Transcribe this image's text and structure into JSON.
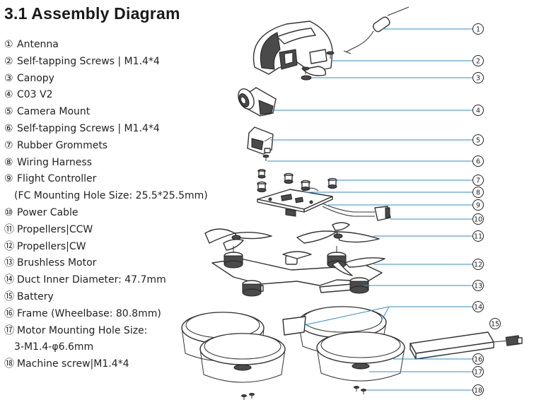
{
  "title": "3.1 Assembly Diagram",
  "parts": [
    {
      "num": "①",
      "label": "Antenna"
    },
    {
      "num": "②",
      "label": "Self-tapping Screws | M1.4*4"
    },
    {
      "num": "③",
      "label": "Canopy"
    },
    {
      "num": "④",
      "label": "C03 V2"
    },
    {
      "num": "⑤",
      "label": "Camera Mount"
    },
    {
      "num": "⑥",
      "label": "Self-tapping Screws | M1.4*4"
    },
    {
      "num": "⑦",
      "label": "Rubber Grommets"
    },
    {
      "num": "⑧",
      "label": "Wiring Harness"
    },
    {
      "num": "⑨",
      "label": "Flight Controller"
    },
    {
      "num": "",
      "label": "(FC Mounting Hole Size: 25.5*25.5mm)"
    },
    {
      "num": "⑩",
      "label": "Power Cable"
    },
    {
      "num": "⑪",
      "label": "Propellers|CCW"
    },
    {
      "num": "⑫",
      "label": "Propellers|CW"
    },
    {
      "num": "⑬",
      "label": "Brushless Motor"
    },
    {
      "num": "⑭",
      "label": "Duct Inner Diameter: 47.7mm"
    },
    {
      "num": "⑮",
      "label": "Battery"
    },
    {
      "num": "⑯",
      "label": "Frame (Wheelbase: 80.8mm)"
    },
    {
      "num": "⑰",
      "label": "Motor Mounting Hole Size:"
    },
    {
      "num": "",
      "label": "3-M1.4-φ6.6mm"
    },
    {
      "num": "⑱",
      "label": "Machine screw|M1.4*4"
    }
  ],
  "callouts": [
    "1",
    "2",
    "3",
    "4",
    "5",
    "6",
    "7",
    "8",
    "9",
    "10",
    "11",
    "12",
    "13",
    "14",
    "15",
    "16",
    "17",
    "18"
  ],
  "colors": {
    "leader": "#2a8fd6",
    "outline": "#333333"
  }
}
